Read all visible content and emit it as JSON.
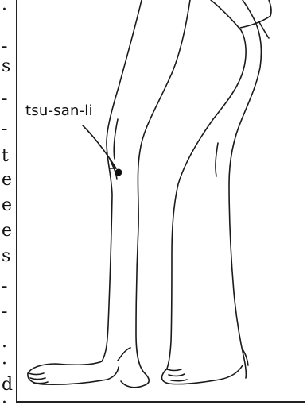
{
  "figure": {
    "point_label": "tsu-san-li"
  },
  "edge_fragments": [
    "s",
    "-",
    "t",
    "e",
    "e",
    "e",
    "s",
    ".",
    "d"
  ],
  "colors": {
    "ink": "#111111",
    "background": "#ffffff"
  }
}
